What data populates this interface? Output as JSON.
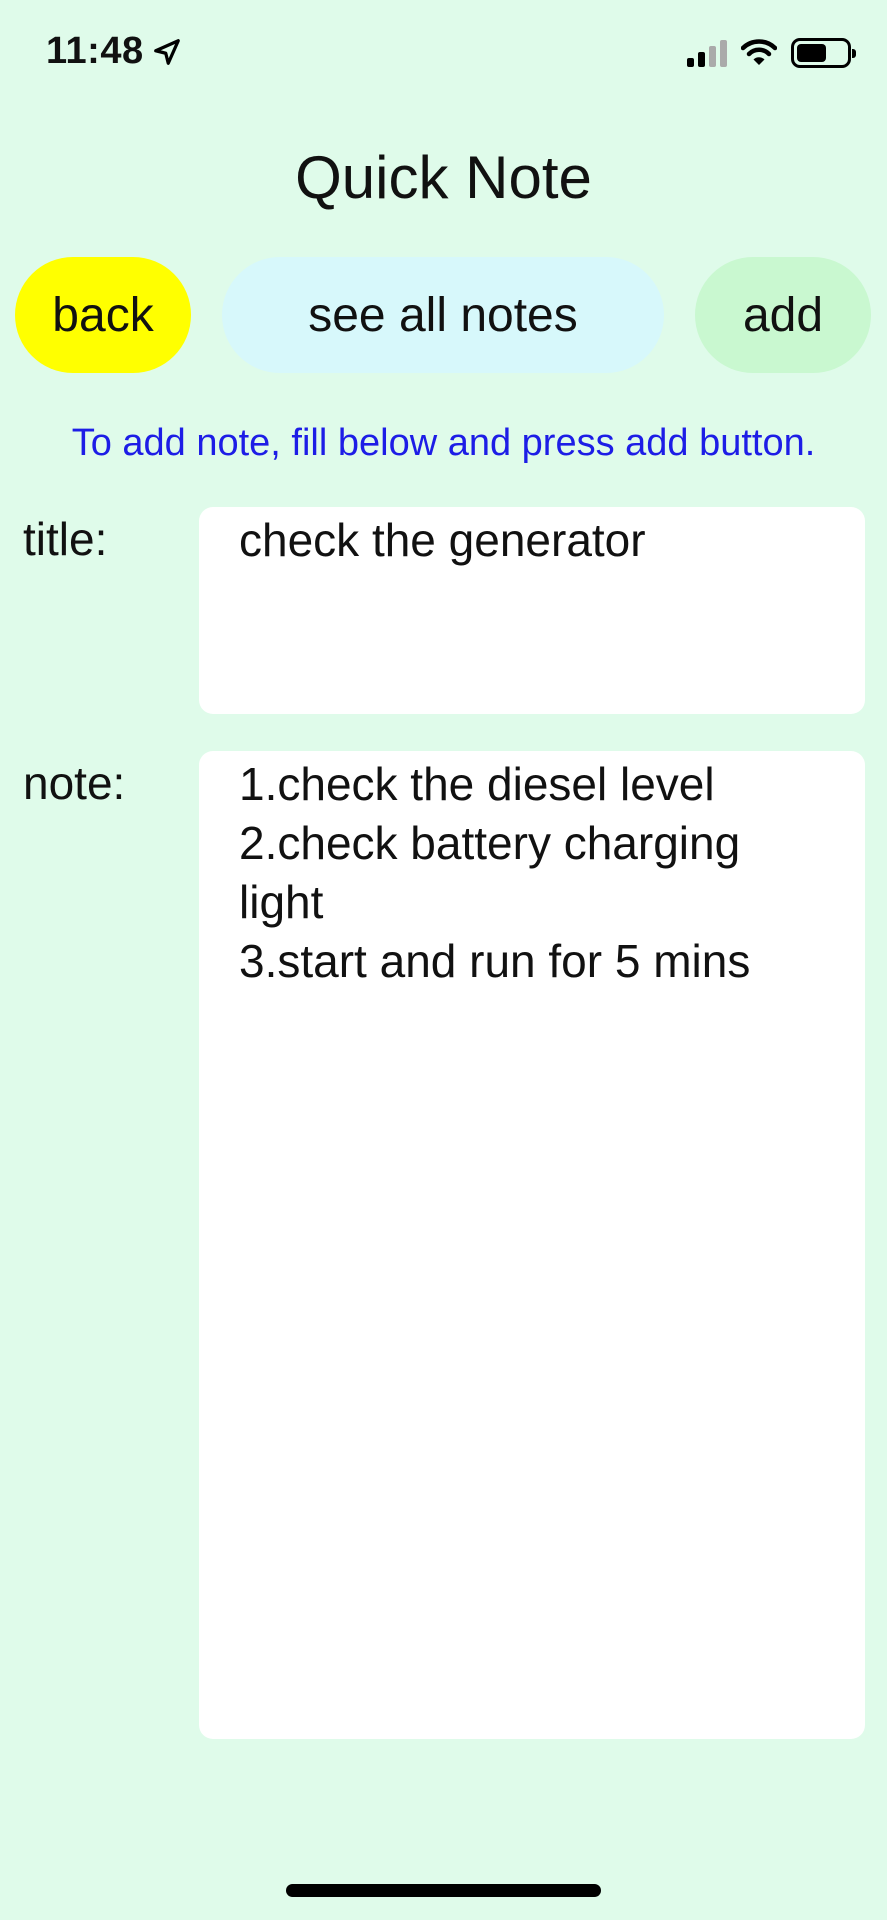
{
  "status_bar": {
    "time": "11:48",
    "location_icon": "location-arrow-icon",
    "signal_icon": "cellular-signal-icon",
    "wifi_icon": "wifi-icon",
    "battery_icon": "battery-icon",
    "battery_level": 0.6
  },
  "header": {
    "title": "Quick Note"
  },
  "buttons": {
    "back": "back",
    "see_all": "see all notes",
    "add": "add"
  },
  "instructions": "To add note, fill below and press add button.",
  "form": {
    "title_label": "title:",
    "title_value": "check the generator",
    "note_label": "note:",
    "note_value": "1.check the diesel level\n2.check battery charging\nlight\n3.start and run for 5 mins"
  },
  "colors": {
    "background": "#dffbea",
    "back_button": "#ffff00",
    "see_all_button": "#d7f8fb",
    "add_button": "#c9f8d0",
    "instruction_text": "#1d1de6"
  }
}
